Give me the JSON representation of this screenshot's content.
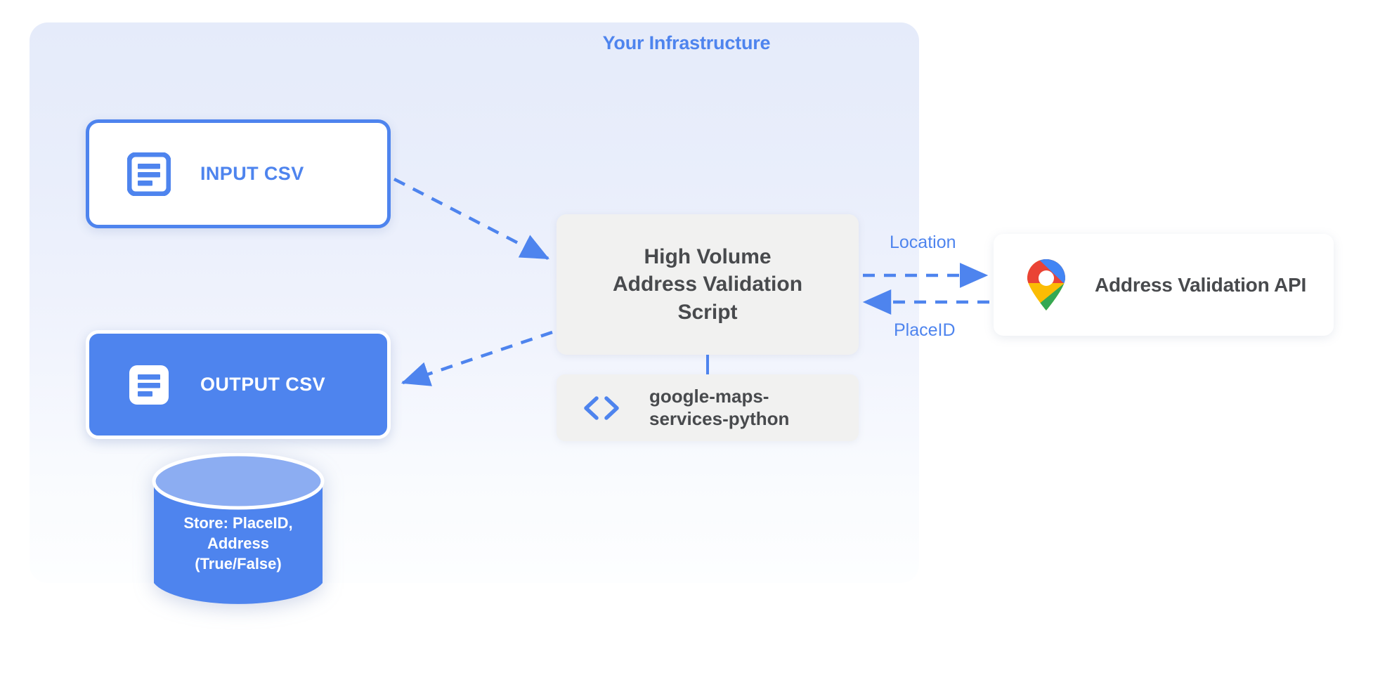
{
  "panel": {
    "title": "Your Infrastructure",
    "accent": "#4e84ee",
    "background_top": "#e5ebfa",
    "background_bottom": "#fdfeff"
  },
  "nodes": {
    "input_csv": {
      "label": "INPUT CSV",
      "icon": "document-icon",
      "style": "outlined",
      "border_color": "#4e84ee",
      "text_color": "#4e84ee",
      "fill": "#ffffff"
    },
    "output_csv": {
      "label": "OUTPUT CSV",
      "icon": "document-icon",
      "style": "filled",
      "fill": "#4e84ee",
      "text_color": "#ffffff"
    },
    "script": {
      "lines": [
        "High Volume",
        "Address Validation",
        "Script"
      ],
      "fill": "#f1f1f0",
      "text_color": "#484a4d"
    },
    "library": {
      "lines": [
        "google-maps-",
        "services-python"
      ],
      "icon": "code-icon",
      "fill": "#f1f1f0",
      "text_color": "#484a4d"
    },
    "api": {
      "label": "Address Validation API",
      "icon": "google-maps-pin-icon",
      "fill": "#ffffff",
      "text_color": "#484a4d"
    },
    "database": {
      "lines": [
        "Store: PlaceID,",
        "Address",
        "(True/False)"
      ],
      "fill": "#4e84ee",
      "top_fill": "#8cadf2",
      "text_color": "#ffffff"
    }
  },
  "edges": [
    {
      "name": "input-to-script",
      "from": "input_csv",
      "to": "script",
      "label": "",
      "style": "dashed",
      "direction": "forward"
    },
    {
      "name": "script-to-output",
      "from": "script",
      "to": "output_csv",
      "label": "",
      "style": "dashed",
      "direction": "forward"
    },
    {
      "name": "script-to-api",
      "from": "script",
      "to": "api",
      "label": "Location",
      "style": "dashed",
      "direction": "forward"
    },
    {
      "name": "api-to-script",
      "from": "api",
      "to": "script",
      "label": "PlaceID",
      "style": "dashed",
      "direction": "backward"
    },
    {
      "name": "script-to-library",
      "from": "script",
      "to": "library",
      "label": "",
      "style": "solid",
      "direction": "none"
    }
  ],
  "edge_labels": {
    "location": "Location",
    "placeid": "PlaceID"
  },
  "logo_colors": {
    "blue": "#4285f4",
    "red": "#ea4335",
    "yellow": "#fbbc04",
    "green": "#34a853",
    "white": "#ffffff"
  }
}
